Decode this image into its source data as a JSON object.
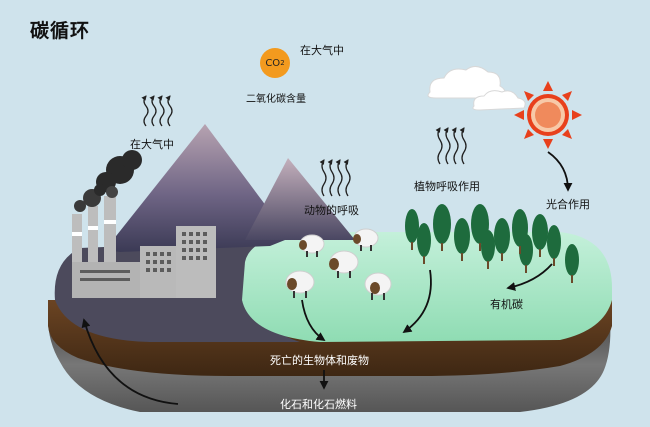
{
  "title": "碳循环",
  "co2_badge": {
    "text": "CO",
    "subscript": "2"
  },
  "labels": {
    "co2_atmosphere": "在大气中",
    "co2_content": "二氧化碳含量",
    "factory_atmosphere": "在大气中",
    "animal_respiration": "动物的呼吸",
    "plant_respiration": "植物呼吸作用",
    "photosynthesis": "光合作用",
    "organic_carbon": "有机碳",
    "dead_matter": "死亡的生物体和废物",
    "fossil_fuels": "化石和化石燃料"
  },
  "icons": [
    "sun-icon",
    "cloud-icon",
    "heat-wave-icon",
    "factory-icon",
    "smoke-icon",
    "mountain-icon",
    "sheep-icon",
    "tree-icon",
    "arrow-icon"
  ],
  "colors": {
    "sky": "#cfe3ec",
    "sun": "#e8401c",
    "co2_badge": "#f39a1e",
    "meadow": "#a9e6c6",
    "soil": "#5a3a1e",
    "bedrock": "#5f5f5f",
    "trees": "#1e6b3d"
  }
}
